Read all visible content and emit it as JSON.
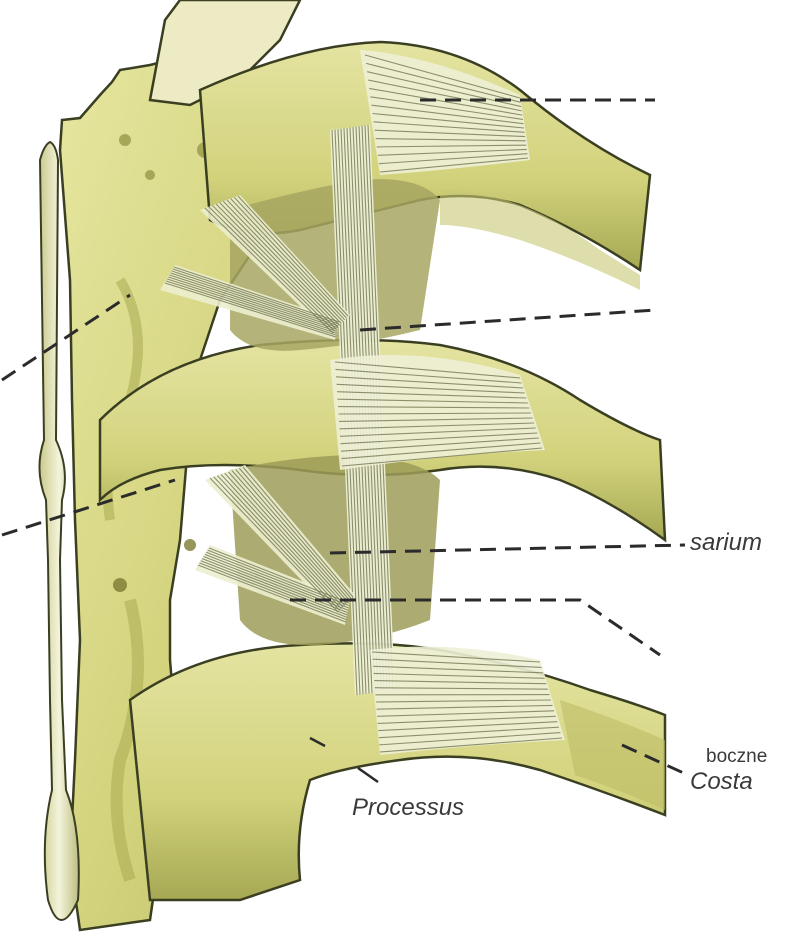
{
  "labels": {
    "sarium": "sarium",
    "boczne": "boczne",
    "costa": "Costa",
    "processus": "Processus"
  },
  "colors": {
    "bone": "#d9d98a",
    "bone_shadow": "#a9ab55",
    "bone_dark": "#6f7130",
    "ligament": "#eef0d6",
    "line": "#2b2b2b"
  }
}
